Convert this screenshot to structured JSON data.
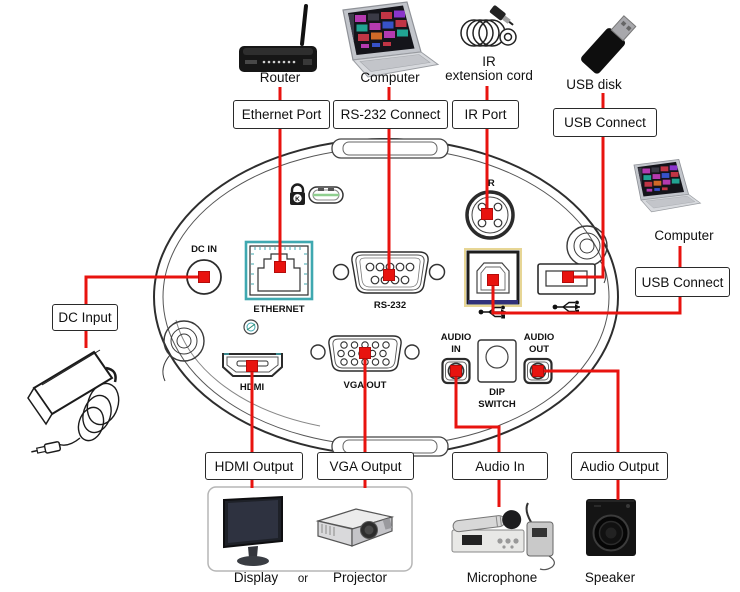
{
  "colors": {
    "connector_red": "#e8130f",
    "ethernet_teal": "#3fa8b0",
    "usb_b_gold": "#e7d695",
    "usb_b_navy": "#31317a",
    "kensington_green": "#8fcf8f"
  },
  "icons": {
    "kensington_lock": "padlock-with-k",
    "usb": "usb-trident",
    "router": "black-router-with-antenna",
    "computer": "laptop",
    "ir_cord": "coiled-cable-with-plug",
    "usb_disk": "usb-flash-drive",
    "power_adapter": "ac-adapter-line-art",
    "display": "monitor",
    "projector": "projector",
    "microphone": "wireless-mic-set",
    "speaker": "subwoofer"
  },
  "peripherals": {
    "router": "Router",
    "computer_top": "Computer",
    "ir_cord_line1": "IR",
    "ir_cord_line2": "extension cord",
    "usb_disk": "USB disk",
    "computer_right": "Computer",
    "display": "Display",
    "or_word": "or",
    "projector": "Projector",
    "microphone": "Microphone",
    "speaker": "Speaker"
  },
  "connection_labels": {
    "ethernet_port": "Ethernet Port",
    "rs232_connect": "RS-232 Connect",
    "ir_port": "IR Port",
    "usb_connect_top": "USB Connect",
    "usb_connect_right": "USB Connect",
    "dc_input": "DC Input",
    "hdmi_output": "HDMI Output",
    "vga_output": "VGA Output",
    "audio_in": "Audio In",
    "audio_output": "Audio Output"
  },
  "panel_ports": {
    "dc_in": "DC IN",
    "ethernet": "ETHERNET",
    "rs232": "RS-232",
    "ir": "IR",
    "hdmi": "HDMI",
    "vga_out": "VGA OUT",
    "audio_in_l1": "AUDIO",
    "audio_in_l2": "IN",
    "audio_out_l1": "AUDIO",
    "audio_out_l2": "OUT",
    "dip_l1": "DIP",
    "dip_l2": "SWITCH"
  }
}
